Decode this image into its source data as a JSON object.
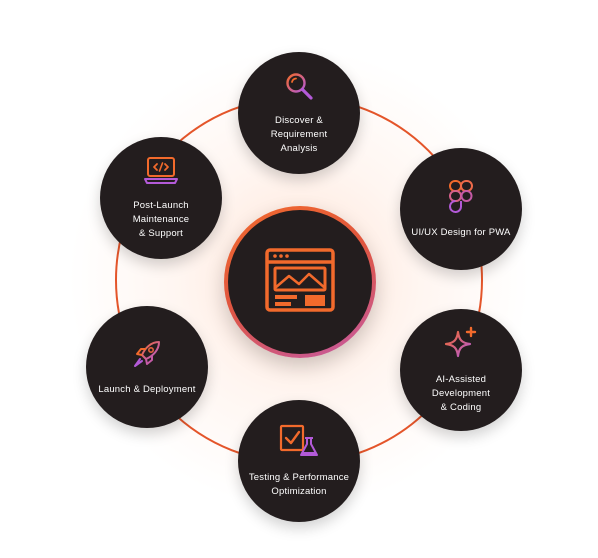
{
  "colors": {
    "ring": "#e4552a",
    "node_bg": "#231d1e",
    "accent_orange": "#f26a2c",
    "accent_purple": "#b35ad8",
    "label": "#ffffff"
  },
  "hub": {
    "icon": "browser-window-image-icon"
  },
  "steps": [
    {
      "label": "Discover &\nRequirement\nAnalysis",
      "icon": "magnifier-icon"
    },
    {
      "label": "UI/UX Design for PWA",
      "icon": "figma-icon"
    },
    {
      "label": "AI-Assisted Development\n& Coding",
      "icon": "sparkle-icon"
    },
    {
      "label": "Testing & Performance\nOptimization",
      "icon": "checkbox-flask-icon"
    },
    {
      "label": "Launch & Deployment",
      "icon": "rocket-icon"
    },
    {
      "label": "Post-Launch\nMaintenance\n& Support",
      "icon": "laptop-code-icon"
    }
  ]
}
